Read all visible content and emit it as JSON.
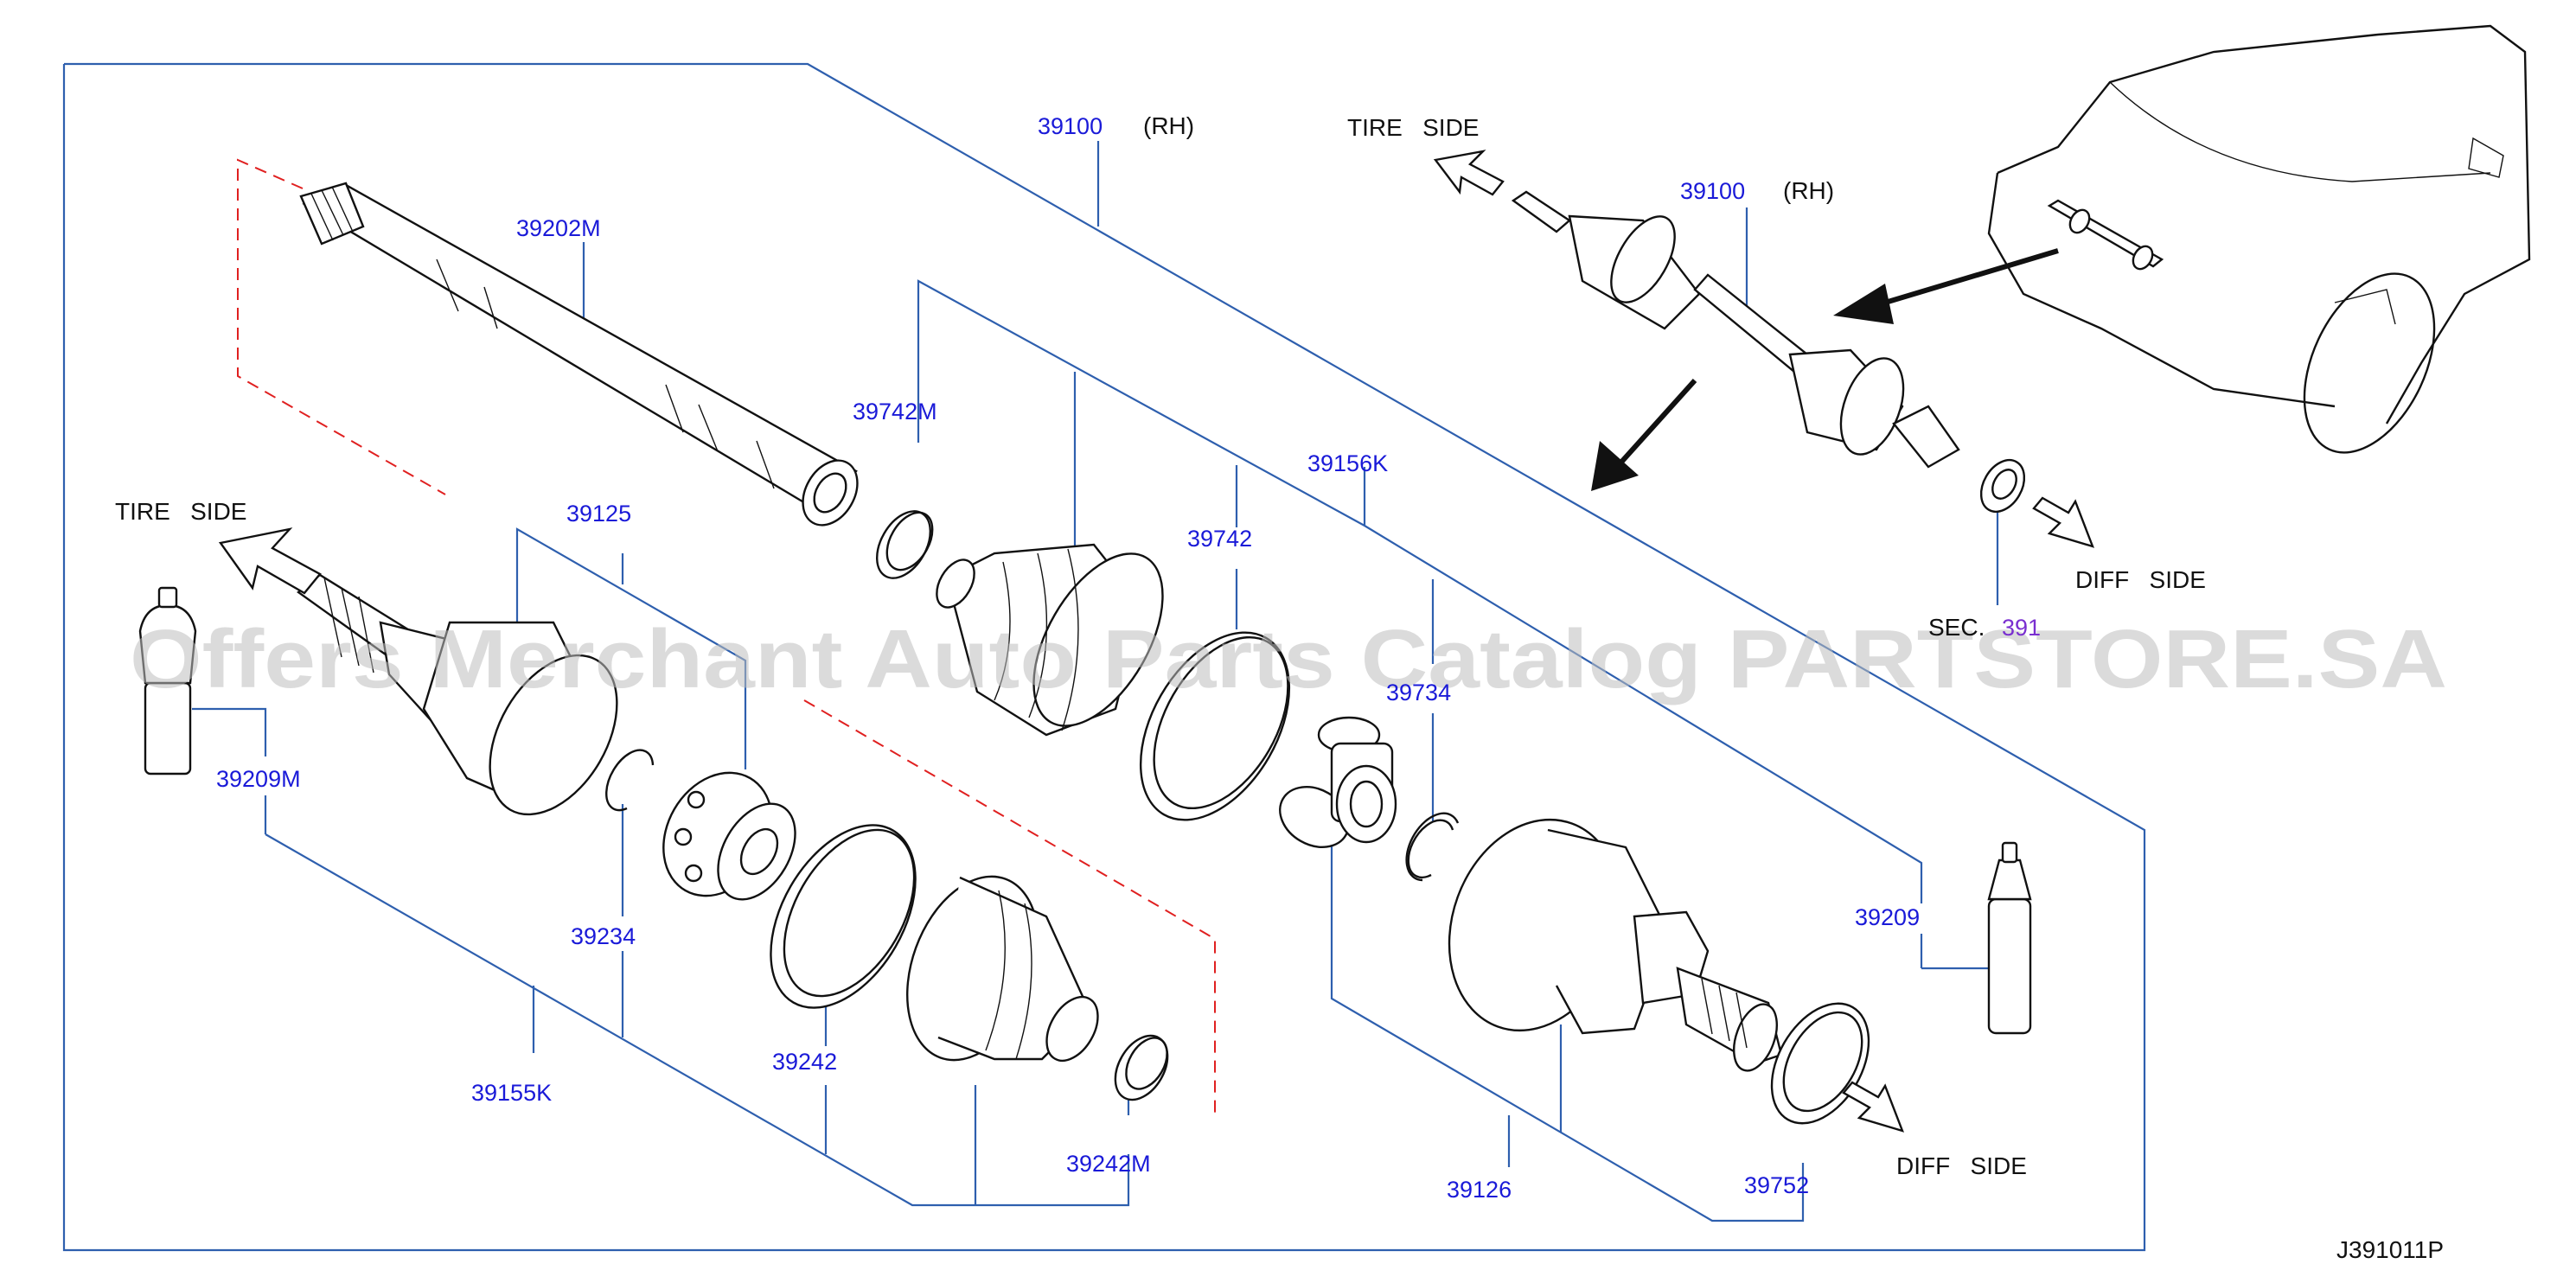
{
  "diagram_code": "J391011P",
  "watermark": "Offers Merchant Auto Parts Catalog PARTSTORE.SA",
  "direction_labels": {
    "tire_side": "TIRE   SIDE",
    "diff_side": "DIFF   SIDE"
  },
  "section_ref": {
    "prefix": "SEC.",
    "number": "391"
  },
  "parts": {
    "assy_main": "39100",
    "assy_main_side": "(RH)",
    "assy_inset": "39100",
    "assy_inset_side": "(RH)",
    "shaft": "39202M",
    "band_small": "39742M",
    "band_large": "39742",
    "boot_kit_inner": "39156K",
    "outer_joint": "39125",
    "snap_ring_outer": "39234",
    "snap_ring_inner": "39734",
    "grease_outer": "39209M",
    "grease_inner": "39209",
    "band_boot_outer_large": "39242",
    "band_boot_outer_small": "39242M",
    "boot_kit_outer": "39155K",
    "inner_housing": "39126",
    "inner_seal": "39752"
  },
  "colors": {
    "part_number": "#1a1ad8",
    "leader_line": "#2e5fae",
    "hidden_line": "#e02020"
  }
}
